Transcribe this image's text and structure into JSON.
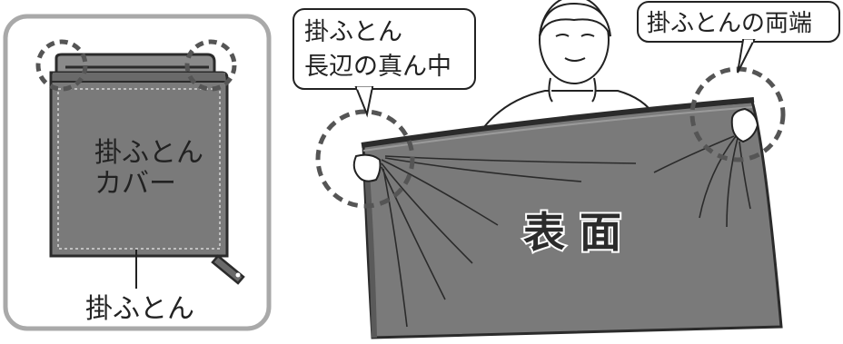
{
  "left_panel": {
    "cover_label_line1": "掛ふとん",
    "cover_label_line2": "カバー",
    "bottom_label": "掛ふとん"
  },
  "right_scene": {
    "callout_left_line1": "掛ふとん",
    "callout_left_line2": "長辺の真ん中",
    "callout_right": "掛ふとんの両端",
    "surface_label": "表 面"
  },
  "colors": {
    "cover_fill": "#7a7a7a",
    "cover_edge": "#2b2b2b",
    "panel_border": "#a9a9a9",
    "dashed_circle": "#555555"
  }
}
